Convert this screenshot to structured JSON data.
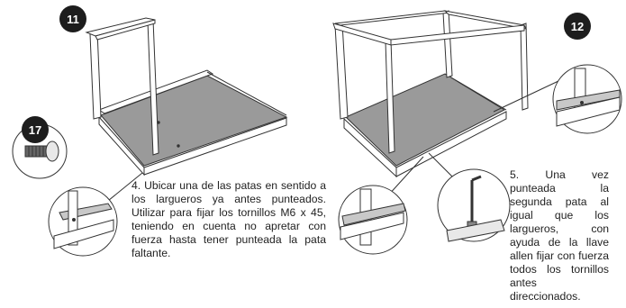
{
  "badges": {
    "step11": "11",
    "step12": "12",
    "bolt": "17"
  },
  "instructions": {
    "step4": "4. Ubicar una de las patas en sentido a los largueros ya antes punteados. Utilizar para fijar los tornillos M6 x 45, teniendo en cuenta no apretar con fuerza hasta tener punteada la pata faltante.",
    "step5": "5. Una vez punteada la segunda pata al igual que los largueros, con ayuda de la llave allen fijar con fuerza todos los tornillos antes direccionados."
  },
  "colors": {
    "panel": "#9a9a9a",
    "frame": "#ffffff",
    "outline": "#333333",
    "badge": "#1d1d1d"
  }
}
